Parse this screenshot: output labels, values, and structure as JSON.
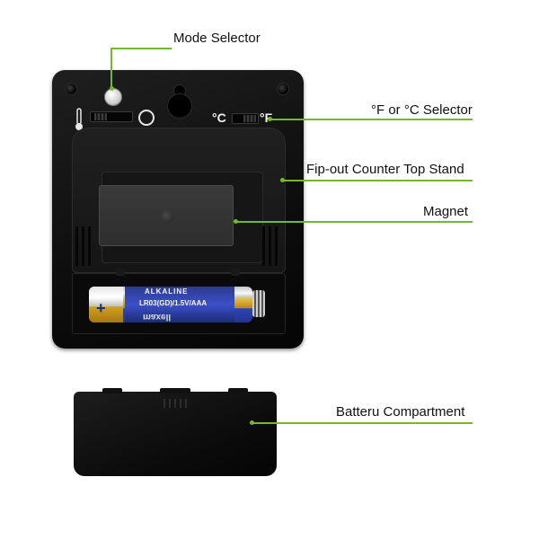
{
  "callouts": {
    "mode_selector": "Mode Selector",
    "unit_selector": "°F or °C Selector",
    "stand": "Fip-out Counter Top Stand",
    "magnet": "Magnet",
    "battery_compartment": "Batteru Compartment"
  },
  "device": {
    "celsius_label": "°C",
    "fahrenheit_label": "°F"
  },
  "battery": {
    "brand_top": "ALKALINE",
    "spec": "LR03(GD)/1.5V/AAA",
    "brand_bottom": "maxell"
  },
  "colors": {
    "callout_line": "#77b82a",
    "device_body": "#111111",
    "label_text": "#111111"
  }
}
